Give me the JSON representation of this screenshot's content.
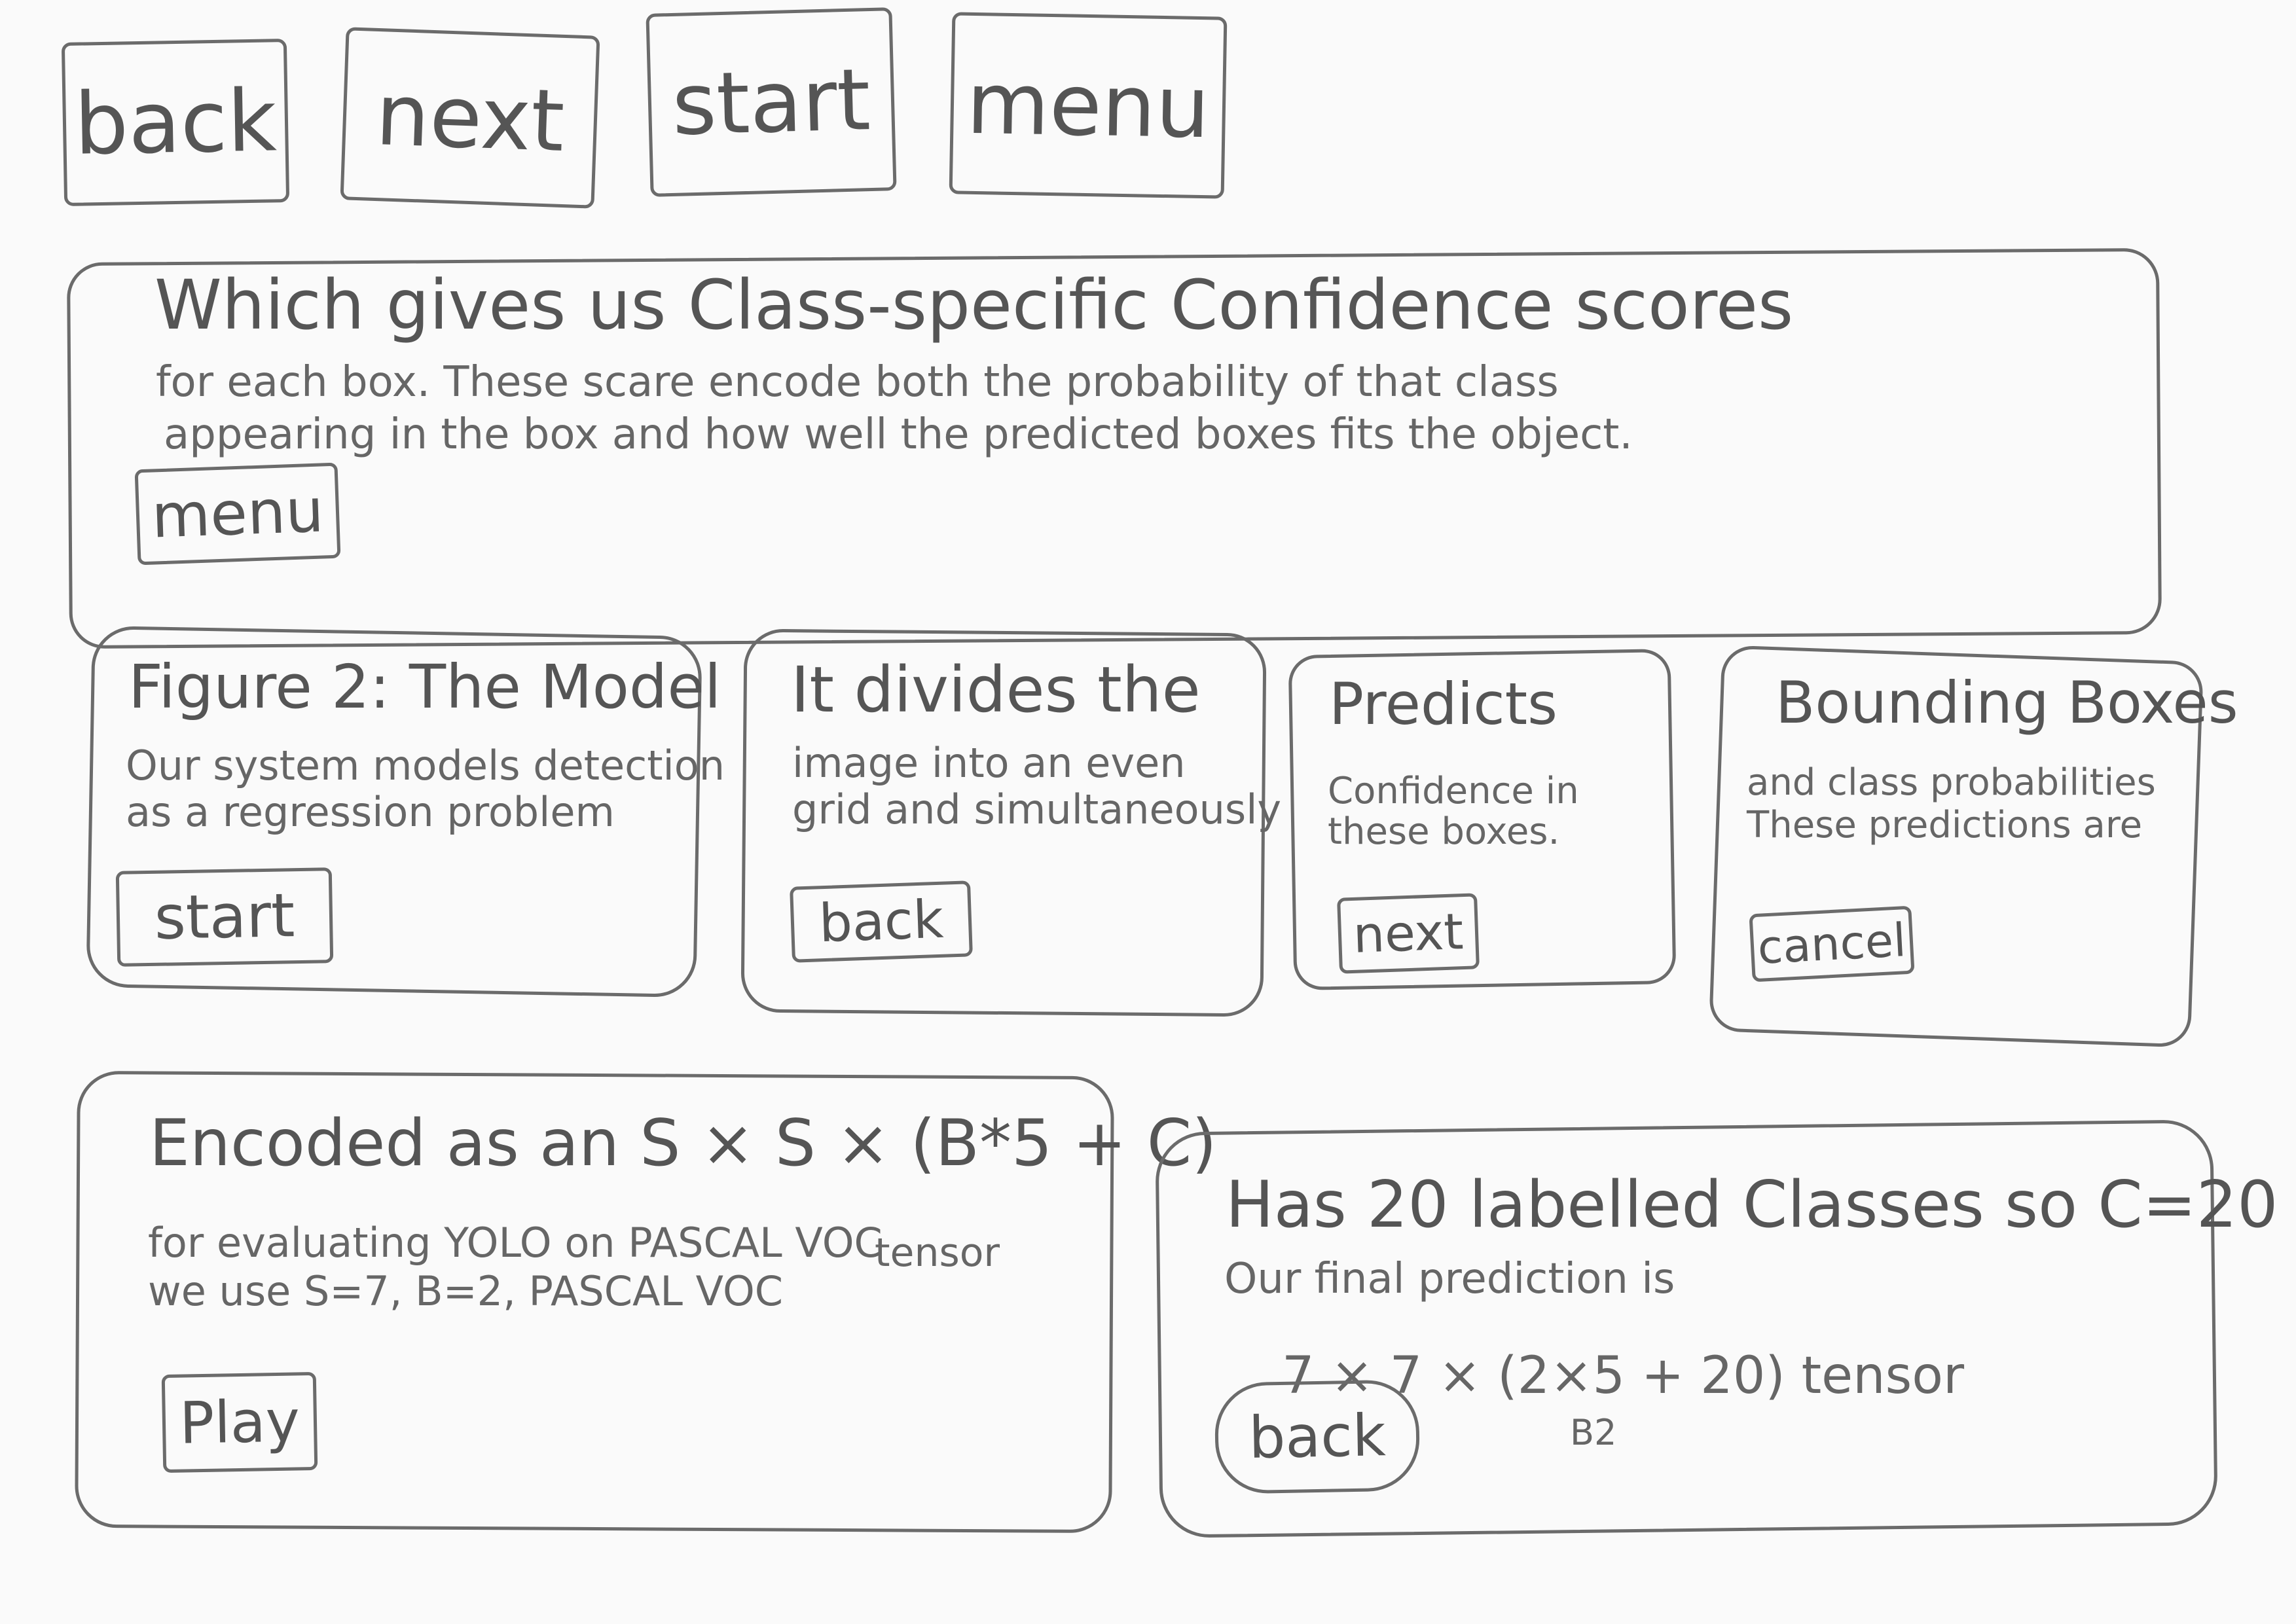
{
  "top_buttons": {
    "back": "back",
    "next": "next",
    "start": "start",
    "menu": "menu"
  },
  "panel_1": {
    "title": "Which gives us Class-specific Confidence scores",
    "description_line_1": "for each box. These scare encode both the probability of that class",
    "description_line_2": "appearing in the box and how well the predicted boxes fits the object.",
    "button": "menu"
  },
  "card_1": {
    "title": "Figure 2: The Model",
    "description": "Our system models detection\nas a regression problem",
    "button": "start"
  },
  "card_2": {
    "title": "It divides the",
    "description": "image into an even\ngrid and simultaneously",
    "button": "back"
  },
  "card_3": {
    "title": "Predicts",
    "description": "Confidence in\nthese boxes.",
    "button": "next"
  },
  "card_4": {
    "title": "Bounding Boxes",
    "description": "and class probabilities\nThese predictions are",
    "button": "cancel"
  },
  "card_5": {
    "title": "Encoded as an S × S × (B*5 + C)",
    "label": "tensor",
    "description": "for evaluating YOLO on PASCAL VOC\nwe use S=7, B=2, PASCAL VOC",
    "button": "Play"
  },
  "card_6": {
    "title": "Has 20 labelled Classes so C=20",
    "description": "Our final prediction is",
    "formula": "7 × 7 × (2×5 + 20) tensor",
    "label": "B2",
    "button": "back"
  }
}
